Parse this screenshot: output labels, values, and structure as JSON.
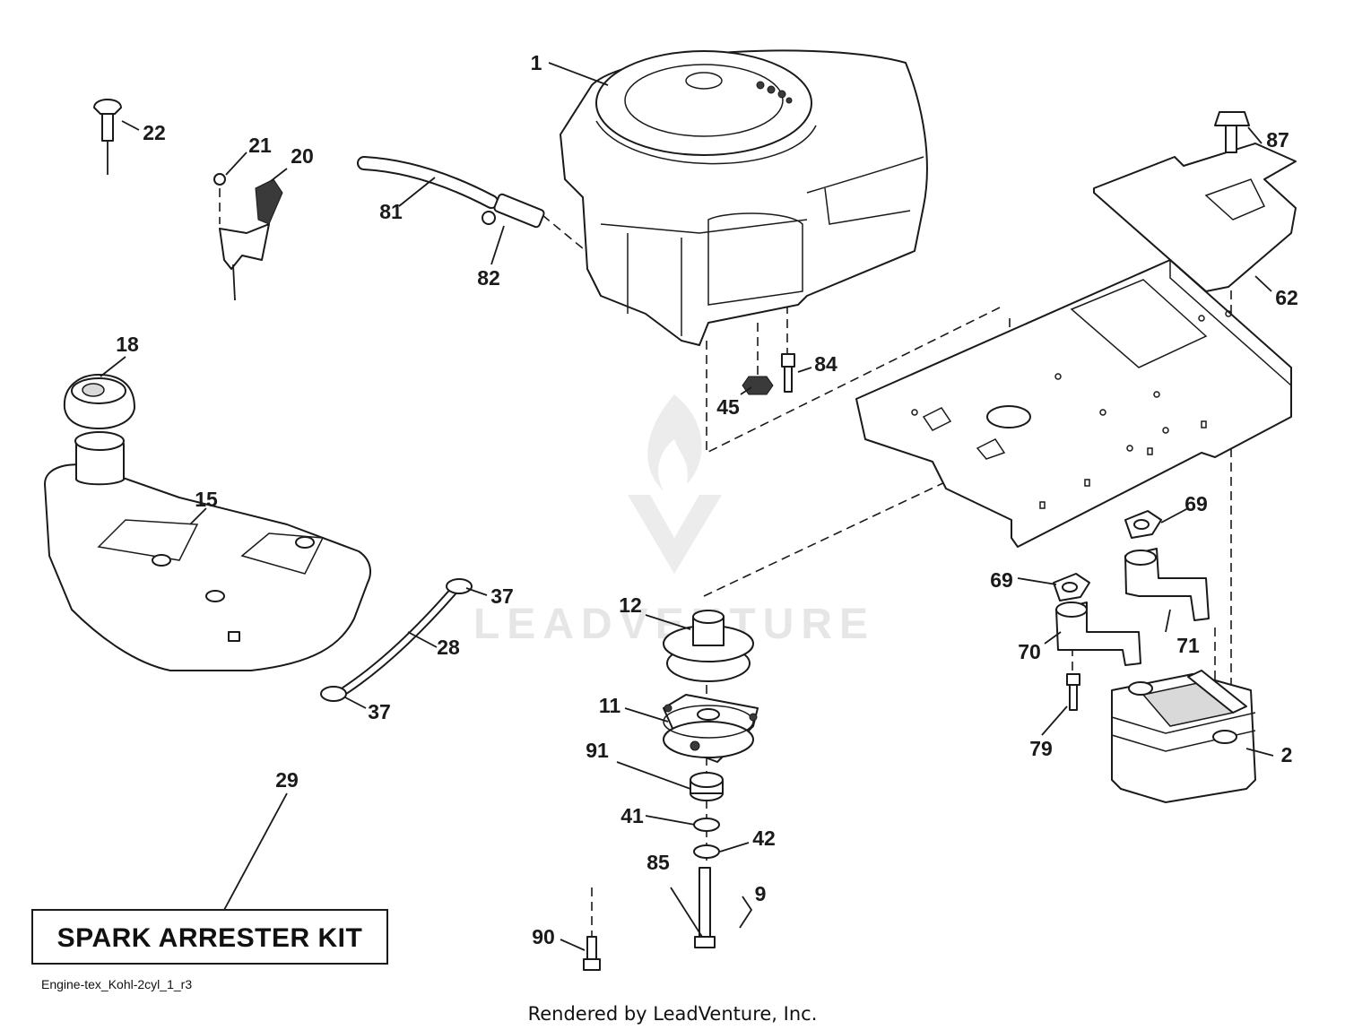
{
  "diagram": {
    "callouts": {
      "c1": "1",
      "c2": "2",
      "c9": "9",
      "c11": "11",
      "c12": "12",
      "c15": "15",
      "c18": "18",
      "c20": "20",
      "c21": "21",
      "c22": "22",
      "c28": "28",
      "c29": "29",
      "c37a": "37",
      "c37b": "37",
      "c41": "41",
      "c42": "42",
      "c45": "45",
      "c62": "62",
      "c69a": "69",
      "c69b": "69",
      "c70": "70",
      "c71": "71",
      "c79": "79",
      "c81": "81",
      "c82": "82",
      "c84": "84",
      "c85": "85",
      "c87": "87",
      "c90": "90",
      "c91": "91"
    },
    "kit_label": "SPARK ARRESTER KIT",
    "drawing_id": "Engine-tex_Kohl-2cyl_1_r3",
    "footer": "Rendered by LeadVenture, Inc.",
    "watermark": "LEADVENTURE"
  },
  "colors": {
    "line": "#1a1a1a",
    "background": "#ffffff",
    "watermark": "#e6e6e6"
  }
}
